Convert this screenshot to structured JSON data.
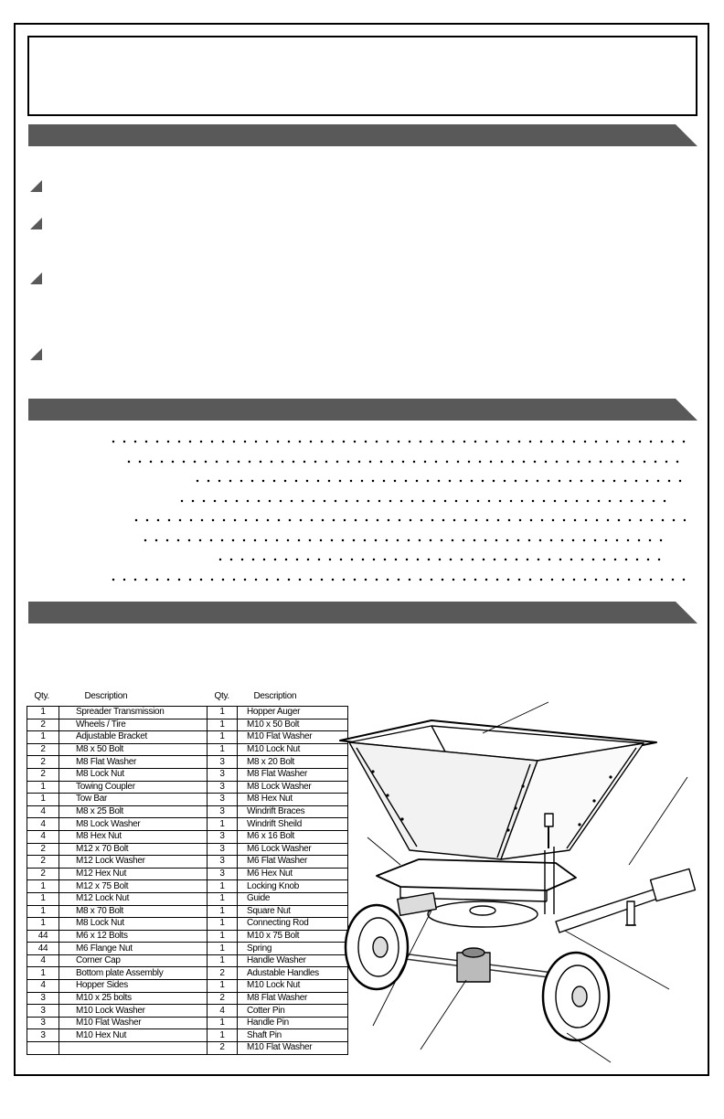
{
  "parts_table": {
    "headers": {
      "qty": "Qty.",
      "description": "Description",
      "qty2": "Qty.",
      "description2": "Description"
    },
    "rows": [
      {
        "q1": "1",
        "d1": "Spreader Transmission",
        "q2": "1",
        "d2": "Hopper Auger"
      },
      {
        "q1": "2",
        "d1": "Wheels / Tire",
        "q2": "1",
        "d2": "M10 x 50 Bolt"
      },
      {
        "q1": "1",
        "d1": "Adjustable Bracket",
        "q2": "1",
        "d2": "M10 Flat Washer"
      },
      {
        "q1": "2",
        "d1": "M8 x 50 Bolt",
        "q2": "1",
        "d2": "M10 Lock Nut"
      },
      {
        "q1": "2",
        "d1": "M8 Flat Washer",
        "q2": "3",
        "d2": "M8 x 20 Bolt"
      },
      {
        "q1": "2",
        "d1": "M8 Lock Nut",
        "q2": "3",
        "d2": "M8 Flat Washer"
      },
      {
        "q1": "1",
        "d1": "Towing Coupler",
        "q2": "3",
        "d2": "M8 Lock Washer"
      },
      {
        "q1": "1",
        "d1": "Tow Bar",
        "q2": "3",
        "d2": "M8 Hex Nut"
      },
      {
        "q1": "4",
        "d1": "M8 x 25 Bolt",
        "q2": "3",
        "d2": "Windrift Braces"
      },
      {
        "q1": "4",
        "d1": "M8 Lock Washer",
        "q2": "1",
        "d2": "Windrift Sheild"
      },
      {
        "q1": "4",
        "d1": "M8 Hex Nut",
        "q2": "3",
        "d2": "M6 x 16 Bolt"
      },
      {
        "q1": "2",
        "d1": "M12 x 70 Bolt",
        "q2": "3",
        "d2": "M6 Lock Washer"
      },
      {
        "q1": "2",
        "d1": "M12 Lock Washer",
        "q2": "3",
        "d2": "M6 Flat Washer"
      },
      {
        "q1": "2",
        "d1": "M12 Hex Nut",
        "q2": "3",
        "d2": "M6 Hex Nut"
      },
      {
        "q1": "1",
        "d1": "M12 x 75 Bolt",
        "q2": "1",
        "d2": "Locking Knob"
      },
      {
        "q1": "1",
        "d1": "M12 Lock Nut",
        "q2": "1",
        "d2": "Guide"
      },
      {
        "q1": "1",
        "d1": "M8 x 70 Bolt",
        "q2": "1",
        "d2": "Square Nut"
      },
      {
        "q1": "1",
        "d1": "M8 Lock Nut",
        "q2": "1",
        "d2": "Connecting Rod"
      },
      {
        "q1": "44",
        "d1": "M6 x 12 Bolts",
        "q2": "1",
        "d2": "M10 x 75 Bolt"
      },
      {
        "q1": "44",
        "d1": "M6 Flange Nut",
        "q2": "1",
        "d2": "Spring"
      },
      {
        "q1": "4",
        "d1": "Corner Cap",
        "q2": "1",
        "d2": "Handle Washer"
      },
      {
        "q1": "1",
        "d1": "Bottom plate Assembly",
        "q2": "2",
        "d2": "Adustable Handles"
      },
      {
        "q1": "4",
        "d1": "Hopper Sides",
        "q2": "1",
        "d2": "M10 Lock Nut"
      },
      {
        "q1": "3",
        "d1": "M10 x 25 bolts",
        "q2": "2",
        "d2": "M8 Flat Washer"
      },
      {
        "q1": "3",
        "d1": "M10 Lock Washer",
        "q2": "4",
        "d2": "Cotter Pin"
      },
      {
        "q1": "3",
        "d1": "M10 Flat Washer",
        "q2": "1",
        "d2": "Handle Pin"
      },
      {
        "q1": "3",
        "d1": "M10 Hex Nut",
        "q2": "1",
        "d2": "Shaft Pin"
      },
      {
        "q1": "",
        "d1": "",
        "q2": "2",
        "d2": "M10 Flat Washer"
      }
    ]
  }
}
